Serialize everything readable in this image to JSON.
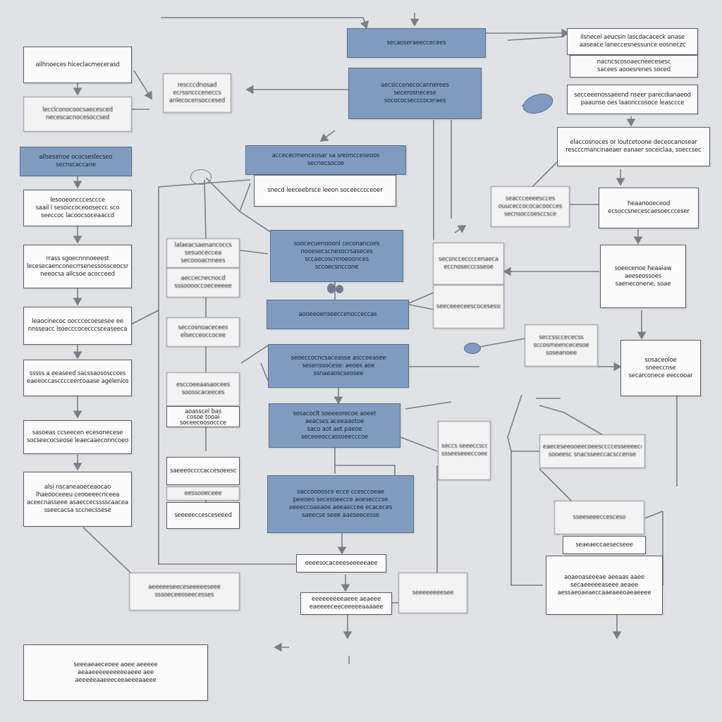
{
  "diagram": {
    "colors": {
      "background": "#e1e2e5",
      "box_white": "#fbfbfb",
      "box_blue": "#7f9cc0",
      "box_border": "#5b5d63",
      "connector": "#7b7e86"
    },
    "nodes": [
      {
        "id": "n1",
        "style": "white",
        "lines": [
          "ailhnoeces hiceclacmecerasd"
        ]
      },
      {
        "id": "n2",
        "style": "light",
        "lines": [
          "lecclconocoocsaecesced",
          "necescacnocesoccsed"
        ]
      },
      {
        "id": "n3",
        "style": "light",
        "lines": [
          "rescccdnosad",
          "ecrssnccceneccs",
          "anlecocensoccesed"
        ]
      },
      {
        "id": "n4",
        "style": "blue",
        "lines": [
          "secaoseraeeccecees"
        ]
      },
      {
        "id": "n5",
        "style": "blue",
        "lines": [
          "aecsiccenecocannerees",
          "secerosnecese",
          "socococsecccoceraes"
        ]
      },
      {
        "id": "n6",
        "style": "white",
        "lines": [
          "ilsnecel aeucsin lascdacaceck anase",
          "aaseace laneccesnessunce eosneczc"
        ]
      },
      {
        "id": "n7",
        "style": "white",
        "lines": [
          "nacncscosoaecneecesesc",
          "sacees aooesrenes soced"
        ]
      },
      {
        "id": "n8",
        "style": "white",
        "lines": [
          "secceeenossaeend nseer parecdianaeod",
          "paaunse oes laaonccosoce leasccce"
        ]
      },
      {
        "id": "n9",
        "style": "blue",
        "lines": [
          "allsesenoe ococseslecseo",
          "secnscaccane"
        ]
      },
      {
        "id": "n10",
        "style": "white",
        "lines": [
          "elaccosnoces or loutcetoone deceocanosear",
          "rescccmancinaeaer eanaer soceiclaa, soeccsec"
        ]
      },
      {
        "id": "n11",
        "style": "white",
        "lines": [
          "lesooeoncccesccce",
          "saail l sesoiccoceooseccc sco",
          "seeccoc lacoocsoceaaccd"
        ]
      },
      {
        "id": "n12",
        "style": "blue",
        "lines": [
          "accececmenceosar sa sreimcceseoos",
          "secnecsocoe"
        ]
      },
      {
        "id": "n13",
        "style": "white",
        "lines": [
          "snecd leeceebrsce leeon soceecccceoer"
        ]
      },
      {
        "id": "n14",
        "style": "light",
        "lines": [
          "seaccceeeescces",
          "ouuceccococacoocces",
          "secnsoccoesccsce"
        ]
      },
      {
        "id": "n15",
        "style": "white",
        "lines": [
          "heaanooeceod",
          "ecsoccsnecescaesoeccceser"
        ]
      },
      {
        "id": "n16",
        "style": "white",
        "lines": [
          "rrass sgoecnnnoeeest",
          "lecesecaenconecrrsenessossceocsr",
          "neeocsa allcsoe acocceed"
        ]
      },
      {
        "id": "n17",
        "style": "light",
        "lines": [
          "lalaeacsaenancoccs",
          "sesuoceccea",
          "secoooacnnees"
        ]
      },
      {
        "id": "n18",
        "style": "blue",
        "lines": [
          "soocecuenooonl ceconancoes",
          "nooesecscnesocrsaseces",
          "sccaecoscnnoeoonces",
          "sccoecsnccone"
        ]
      },
      {
        "id": "n19",
        "style": "light",
        "lines": [
          "aeccecnecnocd",
          "sssooooccoeceeeee"
        ]
      },
      {
        "id": "n20",
        "style": "white",
        "lines": [
          "soeecenoe heaaiaw",
          "aeeseossoes",
          "saeneconene. soae"
        ]
      },
      {
        "id": "n21",
        "style": "white",
        "lines": [
          "leaocinecoc oocccecoesesee ee",
          "nnsseacc lsoecccocecccsceaseeca"
        ]
      },
      {
        "id": "n22",
        "style": "light",
        "lines": [
          "secsncceccccenaeca",
          "eccnosecccsseoe"
        ]
      },
      {
        "id": "n23",
        "style": "blue",
        "lines": [
          "aooeeoenseeccenocceccas"
        ]
      },
      {
        "id": "n24",
        "style": "white",
        "lines": [
          "sssss a eeaseed sacssaososccces",
          "eaeeoccascccceercoaase ageleniosees"
        ]
      },
      {
        "id": "n25",
        "style": "light",
        "lines": [
          "seccosnoacecees",
          "elsecceoccocee"
        ]
      },
      {
        "id": "n26",
        "style": "blue",
        "lines": [
          "seoeccocncsaceasse ascceeasee",
          "sesenssocese: aeoes aoe",
          "ssnaeaoscseosee"
        ]
      },
      {
        "id": "n27",
        "style": "light",
        "lines": [
          "seccssccececss",
          "sccosmeencecesoe",
          "soseanoee"
        ]
      },
      {
        "id": "n28",
        "style": "white",
        "lines": [
          "sosaceoloe",
          "sneeccnse",
          "secarconece eeccooar"
        ]
      },
      {
        "id": "n29",
        "style": "white",
        "lines": [
          "sasoeas ccseecen ecesonecese",
          "socseecocseose leaecaaeconncoeose"
        ]
      },
      {
        "id": "n30",
        "style": "light",
        "lines": [
          "esccoeeaasaocees",
          "soosscaceeces"
        ]
      },
      {
        "id": "n31",
        "style": "white",
        "lines": [
          "aoasscel bas",
          "cosoe tooai",
          "soceecoosoccce"
        ]
      },
      {
        "id": "n32",
        "style": "white",
        "lines": [
          "saeeeoccccaccesoeesce"
        ]
      },
      {
        "id": "n33",
        "style": "blue",
        "lines": [
          "sosacoclt soeeeorecoe aoeet",
          "aeacses aceeaaetoe",
          "saco aot aet paeoe",
          "seceeeoccassoeecccoe"
        ]
      },
      {
        "id": "n34",
        "style": "white",
        "lines": [
          "alsi nscaneaoeceaocao",
          "lhaeooceeeu ceooeeecnceea",
          "aceecnasseee asaeccecsssscaaceag",
          "sseecacsa sccnecssese"
        ]
      },
      {
        "id": "n35",
        "style": "light",
        "lines": [
          "seeceeeceescocesesss"
        ]
      },
      {
        "id": "n36",
        "style": "light",
        "lines": [
          "eaeceseeooeecoeesccccesseeeeccce",
          "sooeesc snacsseeccacsccense"
        ]
      },
      {
        "id": "n37",
        "style": "white",
        "lines": [
          "seeeeeccesceseeed"
        ]
      },
      {
        "id": "n38",
        "style": "light",
        "lines": [
          "seccs seeeccsccsseaee",
          "ssseeseeeccoee"
        ]
      },
      {
        "id": "n39",
        "style": "light",
        "lines": [
          "eessooeceee"
        ]
      },
      {
        "id": "n40",
        "style": "blue",
        "lines": [
          "oaccoooosce ecce ccesccoeae",
          "peeoeo secesoeecce aoesecccse",
          "eeeeccoaeaoe aeeaeccee ecaceces",
          "saeecse seee aaeseecesse"
        ]
      },
      {
        "id": "n41",
        "style": "light",
        "lines": [
          "sseeseeeccesceso"
        ]
      },
      {
        "id": "n42",
        "style": "white",
        "lines": [
          "seaeaeccaesecseee"
        ]
      },
      {
        "id": "n43",
        "style": "light",
        "lines": [
          "aeeeeeseeceseeeeeseee",
          "sssoeceeoseecesses"
        ]
      },
      {
        "id": "n44",
        "style": "white",
        "lines": [
          "aoaeoaseeeae aeeaas aaee",
          "secaeeeeeaseee aeaee",
          "aessaeoaeaeccaaeaeeoaeaeeee"
        ]
      },
      {
        "id": "n45",
        "style": "white",
        "lines": [
          "eeeesocaceeeseeeeeaee"
        ]
      },
      {
        "id": "n46",
        "style": "white",
        "lines": [
          "eeeeeeeeeaeee aeaeee",
          "eaeeeeceeceeeeeaaaaee"
        ]
      },
      {
        "id": "n47",
        "style": "white",
        "lines": [
          "seeeaeaeceoee aoee aeeeee",
          "aeaaeeeeeeeeeeaeee aee",
          "aeeeeeaaeeeceeaeeeaaeee"
        ]
      },
      {
        "id": "n48",
        "style": "light",
        "lines": [
          "seeeeeeeesee"
        ]
      }
    ]
  }
}
